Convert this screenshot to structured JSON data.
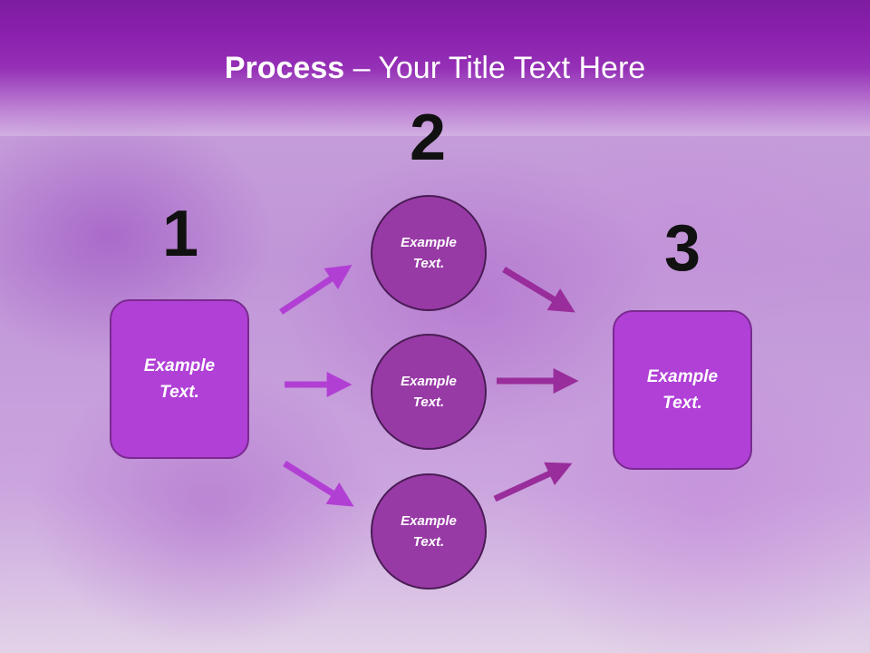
{
  "title": {
    "bold": "Process",
    "rest": " – Your Title Text Here"
  },
  "steps": [
    {
      "number": "1"
    },
    {
      "number": "2"
    },
    {
      "number": "3"
    }
  ],
  "left_box": {
    "text": "Example\nText."
  },
  "circles": [
    {
      "text": "Example\nText."
    },
    {
      "text": "Example\nText."
    },
    {
      "text": "Example\nText."
    }
  ],
  "right_box": {
    "text": "Example\nText."
  },
  "colors": {
    "header": "#8a20ad",
    "box_fill": "#b040d6",
    "circle_fill": "#983aa6",
    "left_arrows": "#b23fd4",
    "right_arrows": "#992d9b"
  }
}
